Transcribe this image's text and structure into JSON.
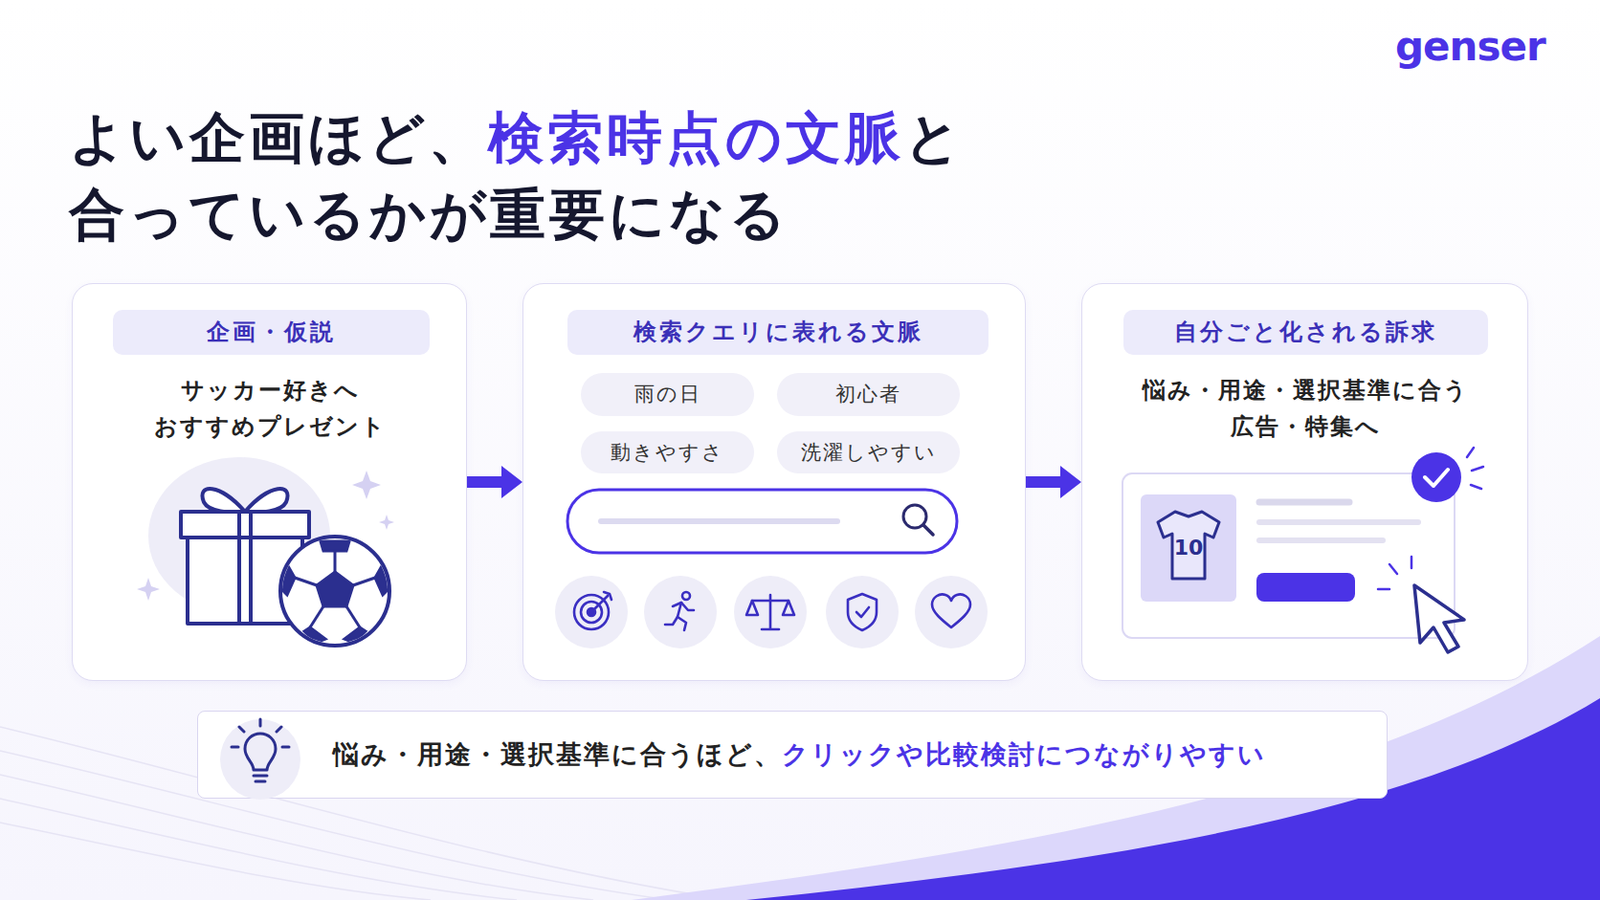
{
  "diagram": {
    "title": "よい企画ほど、検索時点の文脈と合っているかが重要になる",
    "nodes": [
      {
        "text": [
          "企画・仮説",
          "サッカー好きへ おすすめプレゼント"
        ]
      },
      {
        "text": [
          "検索クエリに表れる文脈"
        ]
      },
      {
        "text": [
          "雨の日"
        ],
        "in": 1
      },
      {
        "text": [
          "初心者"
        ],
        "in": 1
      },
      {
        "text": [
          "動きやすさ"
        ],
        "in": 1
      },
      {
        "text": [
          "洗濯しやすい"
        ],
        "in": 1
      },
      {
        "text": [
          "自分ごと化される訴求",
          "悩み・用途・選択基準に合う 広告・特集へ"
        ]
      },
      {
        "text": [
          "悩み・用途・選択基準に合うほど、クリックや比較検討につながりやすい"
        ]
      }
    ],
    "edges": [
      {
        "from": 0,
        "to": 1,
        "arrow": "to"
      },
      {
        "from": 1,
        "to": 6,
        "arrow": "to"
      }
    ],
    "labels": [
      "genser",
      "10"
    ]
  }
}
